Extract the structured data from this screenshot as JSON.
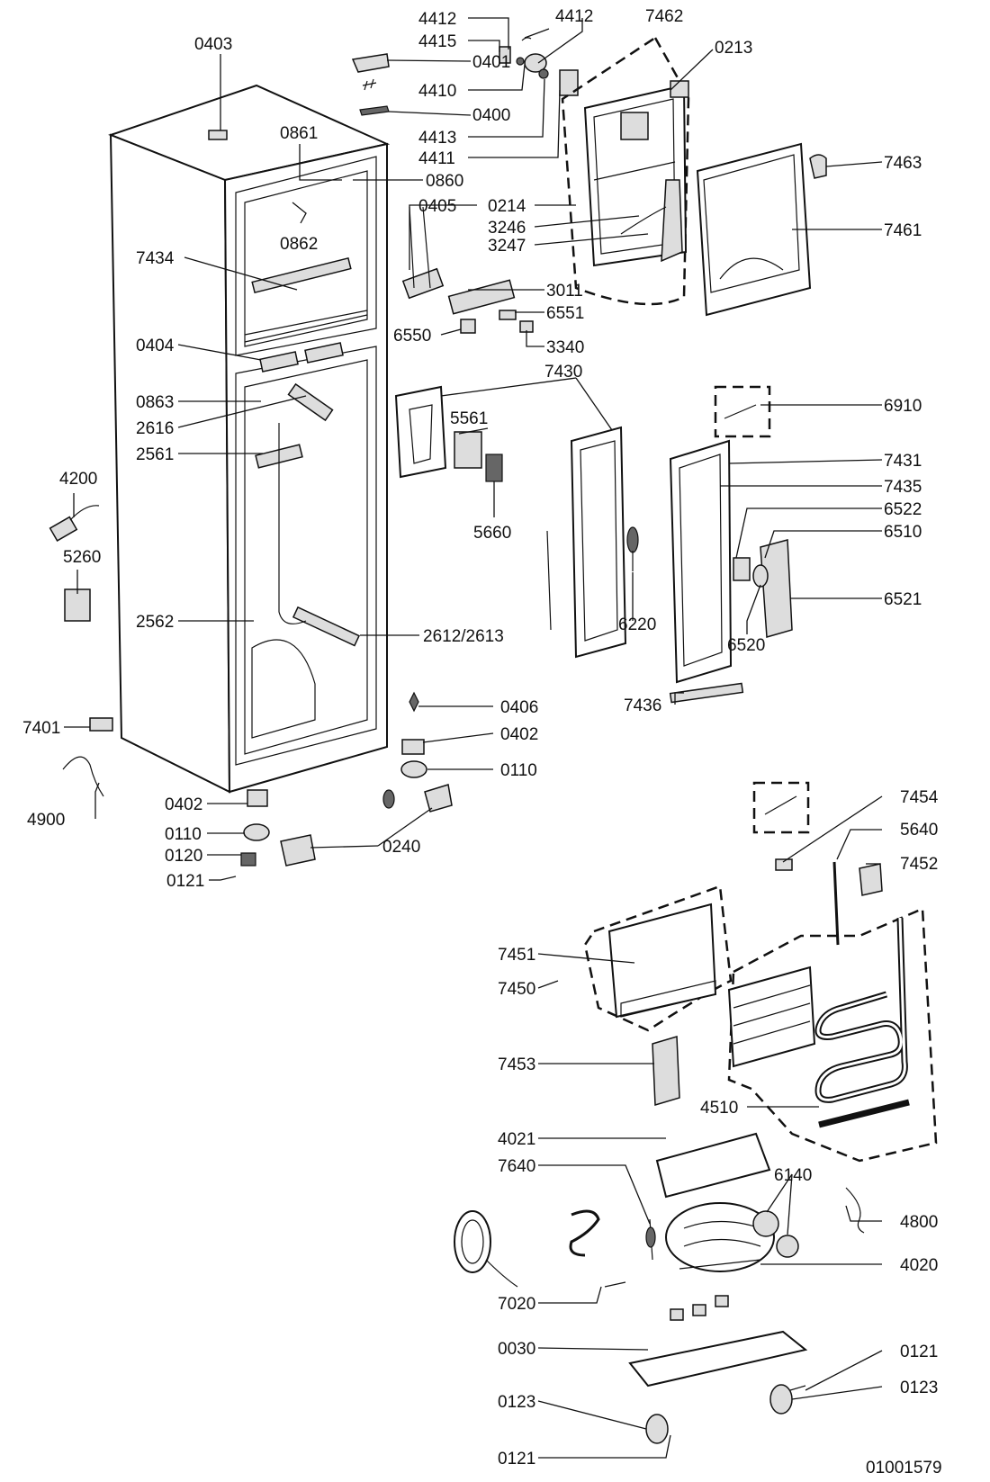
{
  "diagram": {
    "drawing_number": "01001579",
    "labels": [
      "4412",
      "4412",
      "7462",
      "4415",
      "0401",
      "0403",
      "0213",
      "4410",
      "0400",
      "4413",
      "4411",
      "0861",
      "0860",
      "7463",
      "0214",
      "0405",
      "3246",
      "3247",
      "0862",
      "7461",
      "7434",
      "3011",
      "6551",
      "6550",
      "3340",
      "0404",
      "7430",
      "6910",
      "0863",
      "5561",
      "2616",
      "2561",
      "7431",
      "7435",
      "4200",
      "6522",
      "6510",
      "5660",
      "5260",
      "6521",
      "2562",
      "2612/2613",
      "6220",
      "6520",
      "7436",
      "0406",
      "7401",
      "0402",
      "0110",
      "4900",
      "0402",
      "7454",
      "0110",
      "0240",
      "5640",
      "0120",
      "7452",
      "0121",
      "7451",
      "7450",
      "7453",
      "4510",
      "4021",
      "7640",
      "6140",
      "4800",
      "4020",
      "7020",
      "0030",
      "0121",
      "0123",
      "0123",
      "0121"
    ]
  }
}
